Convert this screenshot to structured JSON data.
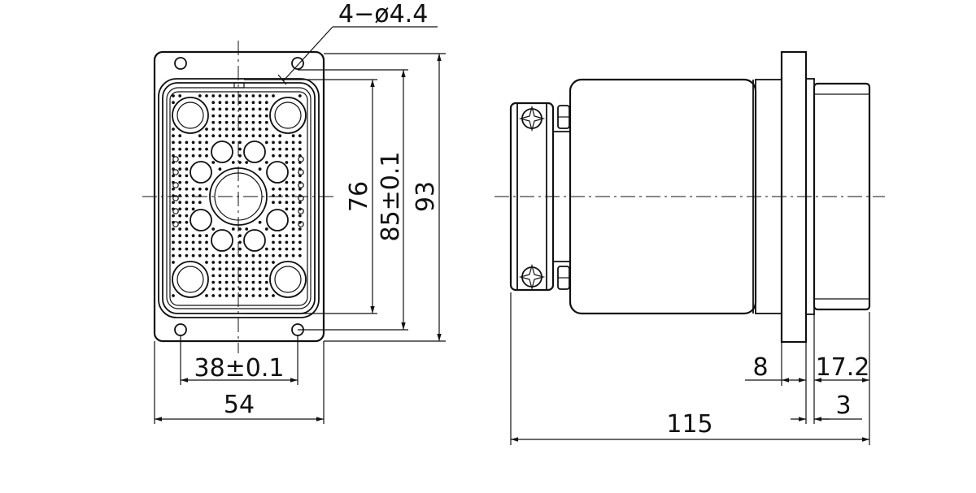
{
  "dimensions": {
    "holes": "4−ø4.4",
    "d76": "76",
    "d85": "85±0.1",
    "d93": "93",
    "d38": "38±0.1",
    "d54": "54",
    "d8": "8",
    "d172": "17.2",
    "d3": "3",
    "d115": "115"
  },
  "colors": {
    "line": "#111111",
    "background": "#ffffff"
  }
}
